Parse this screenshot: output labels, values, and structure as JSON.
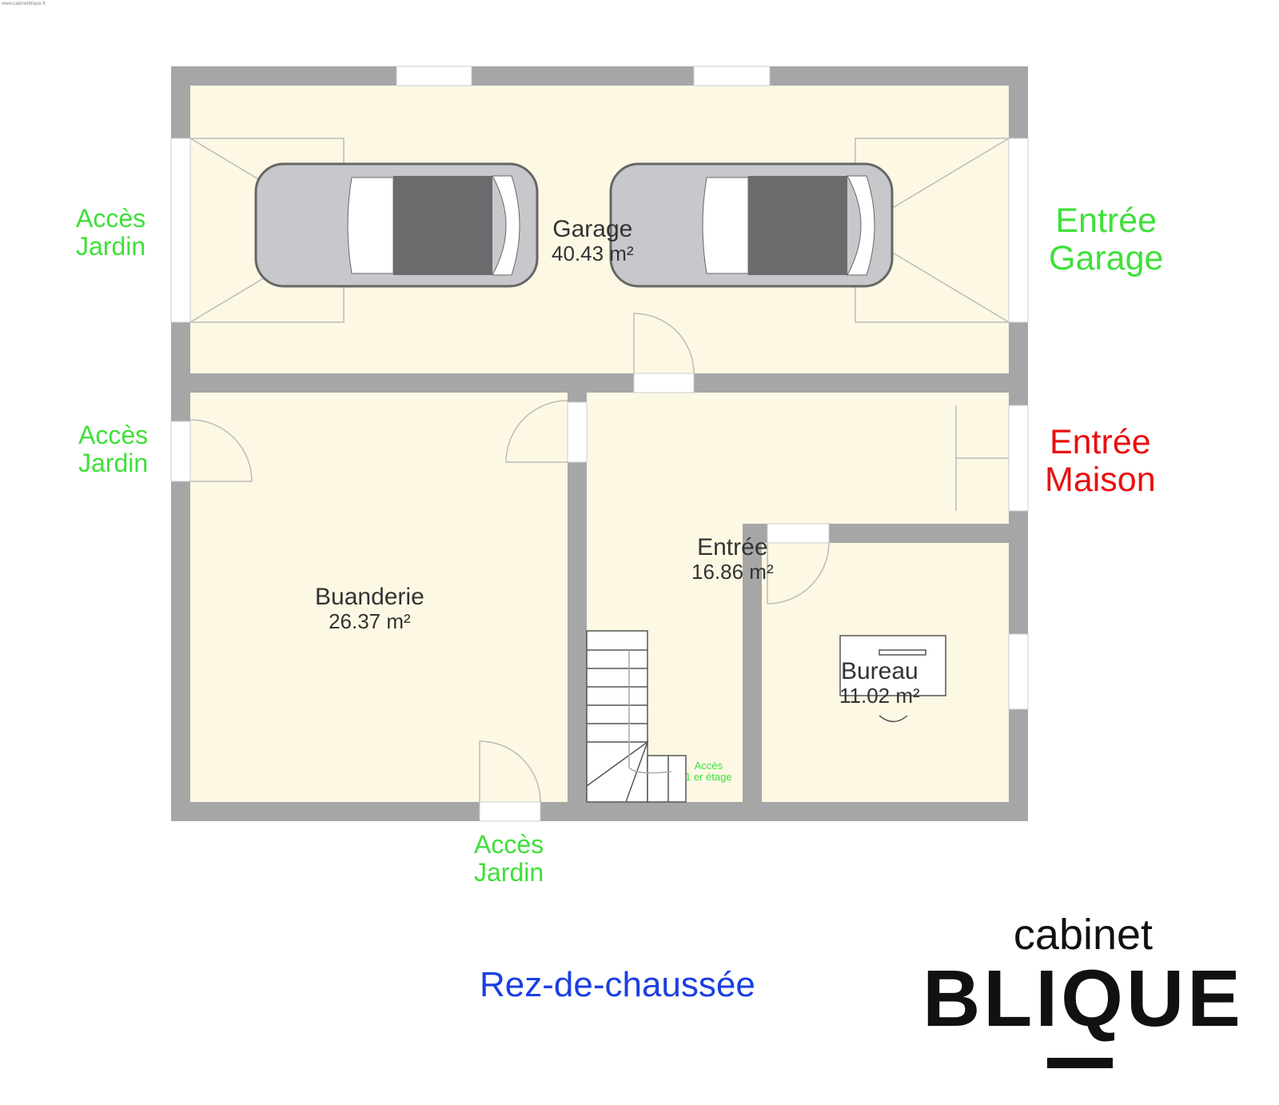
{
  "header": {
    "small_text": "www.cabinetblique.fr"
  },
  "rooms": [
    {
      "name": "Garage",
      "area": "40.43 m²"
    },
    {
      "name": "Buanderie",
      "area": "26.37 m²"
    },
    {
      "name": "Entrée",
      "area": "16.86 m²"
    },
    {
      "name": "Bureau",
      "area": "11.02 m²"
    }
  ],
  "access_labels": {
    "garden_left_top": [
      "Accès",
      "Jardin"
    ],
    "garden_left_mid": [
      "Accès",
      "Jardin"
    ],
    "garden_bottom": [
      "Accès",
      "Jardin"
    ],
    "garage_entry": [
      "Entrée",
      "Garage"
    ],
    "house_entry": [
      "Entrée",
      "Maison"
    ],
    "stairs": [
      "Accès",
      "1 er étage"
    ]
  },
  "floor_title": "Rez-de-chaussée",
  "logo": {
    "line1": "cabinet",
    "line2": "BLIQUE"
  },
  "colors": {
    "wall": "#a6a6a6",
    "floor": "#fdf8e4",
    "access": "#3fe03a",
    "house_entry": "#e81010",
    "title": "#1b3fe0"
  }
}
